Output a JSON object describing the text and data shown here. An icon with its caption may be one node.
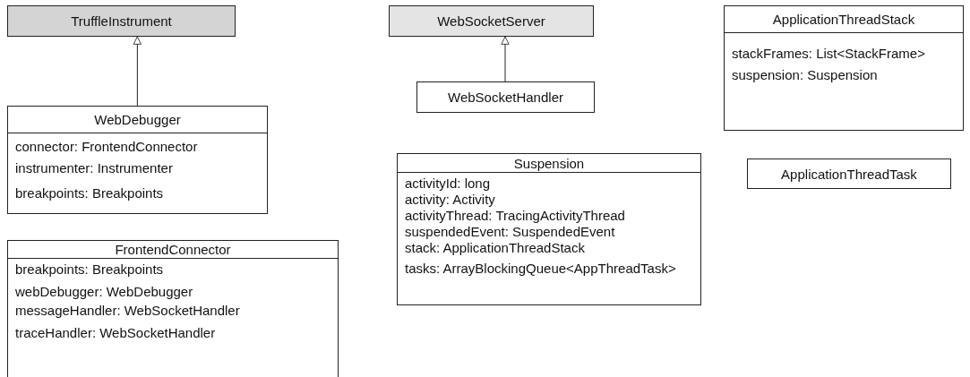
{
  "diagram": {
    "nodes": [
      {
        "text": [
          "TruffleInstrument"
        ]
      },
      {
        "text": [
          "WebSocketServer"
        ]
      },
      {
        "text": [
          "ApplicationThreadStack",
          "stackFrames: List<StackFrame>",
          "suspension: Suspension"
        ]
      },
      {
        "text": [
          "WebSocketHandler"
        ]
      },
      {
        "text": [
          "WebDebugger",
          "connector: FrontendConnector",
          "instrumenter: Instrumenter",
          "breakpoints: Breakpoints"
        ]
      },
      {
        "text": [
          "Suspension",
          "activityId: long",
          "activity: Activity",
          "activityThread: TracingActivityThread",
          "suspendedEvent: SuspendedEvent",
          "stack: ApplicationThreadStack",
          "tasks: ArrayBlockingQueue<AppThreadTask>"
        ]
      },
      {
        "text": [
          "ApplicationThreadTask"
        ]
      },
      {
        "text": [
          "FrontendConnector",
          "breakpoints: Breakpoints",
          "webDebugger: WebDebugger",
          "messageHandler: WebSocketHandler",
          "traceHandler: WebSocketHandler"
        ]
      }
    ],
    "edges": [
      {
        "from": 4,
        "to": 0,
        "arrow": "to"
      },
      {
        "from": 3,
        "to": 1,
        "arrow": "to"
      }
    ]
  }
}
